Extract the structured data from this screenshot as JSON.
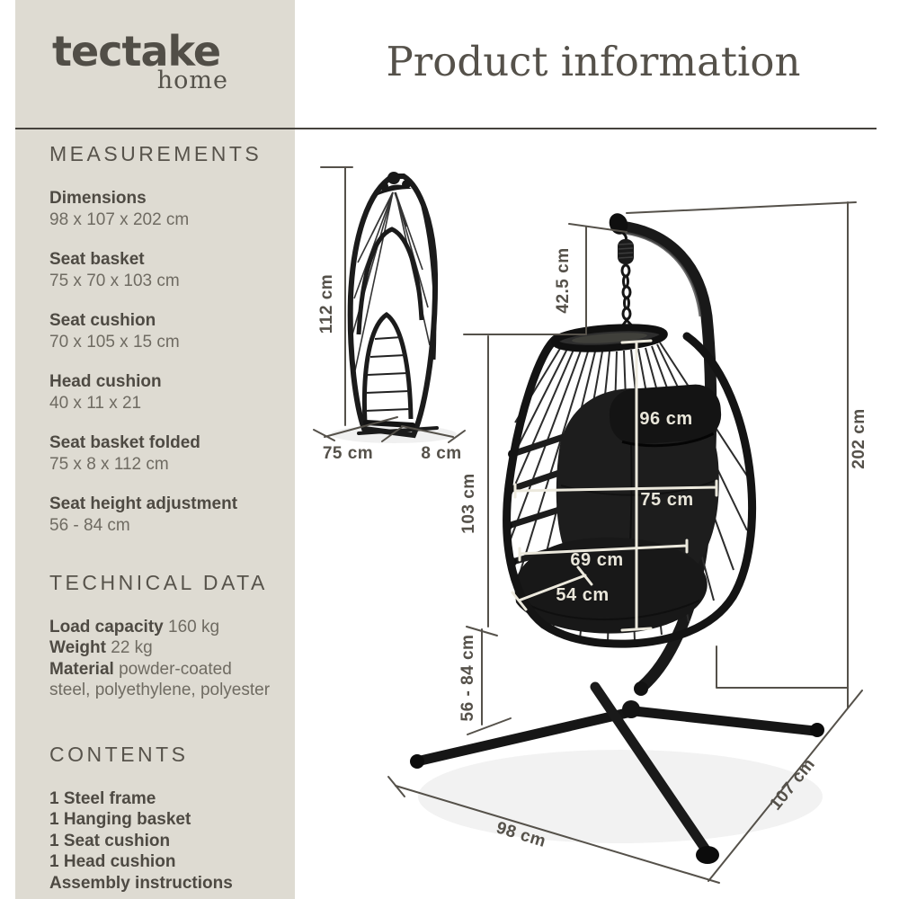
{
  "brand": {
    "name": "tectake",
    "sub": "home"
  },
  "header": {
    "title": "Product information"
  },
  "colors": {
    "sidebar_bg": "#dedbd2",
    "text_dark": "#4e4a43",
    "text_muted": "#6f6b62",
    "dimension_line": "#55514a",
    "inner_dimension_line": "#ece9dd",
    "product_black": "#1a1a1a"
  },
  "sidebar": {
    "measurements": {
      "heading": "MEASUREMENTS",
      "items": [
        {
          "label": "Dimensions",
          "value": "98 x 107 x 202 cm"
        },
        {
          "label": "Seat basket",
          "value": "75 x 70 x 103 cm"
        },
        {
          "label": "Seat cushion",
          "value": "70 x 105 x 15 cm"
        },
        {
          "label": "Head cushion",
          "value": "40 x 11 x 21"
        },
        {
          "label": "Seat basket folded",
          "value": "75 x 8 x 112 cm"
        },
        {
          "label": "Seat height adjustment",
          "value": "56 - 84 cm"
        }
      ]
    },
    "technical": {
      "heading": "TECHNICAL DATA",
      "items": [
        {
          "label": "Load capacity",
          "value": "160 kg"
        },
        {
          "label": "Weight",
          "value": "22 kg"
        },
        {
          "label": "Material",
          "value": "powder-coated steel, polyethylene, polyester"
        }
      ]
    },
    "contents": {
      "heading": "CONTENTS",
      "items": [
        "1 Steel frame",
        "1 Hanging basket",
        "1 Seat cushion",
        "1 Head cushion",
        "Assembly instructions"
      ]
    }
  },
  "diagram": {
    "folded": {
      "height": "112 cm",
      "width": "75 cm",
      "depth": "8 cm"
    },
    "chair": {
      "chain_drop": "42.5 cm",
      "inner_height": "96 cm",
      "back_width": "75 cm",
      "seat_width": "69 cm",
      "seat_depth": "54 cm",
      "basket_height": "103 cm",
      "seat_height_range": "56 - 84 cm",
      "total_height": "202 cm",
      "base_width": "98 cm",
      "base_depth": "107 cm"
    }
  }
}
